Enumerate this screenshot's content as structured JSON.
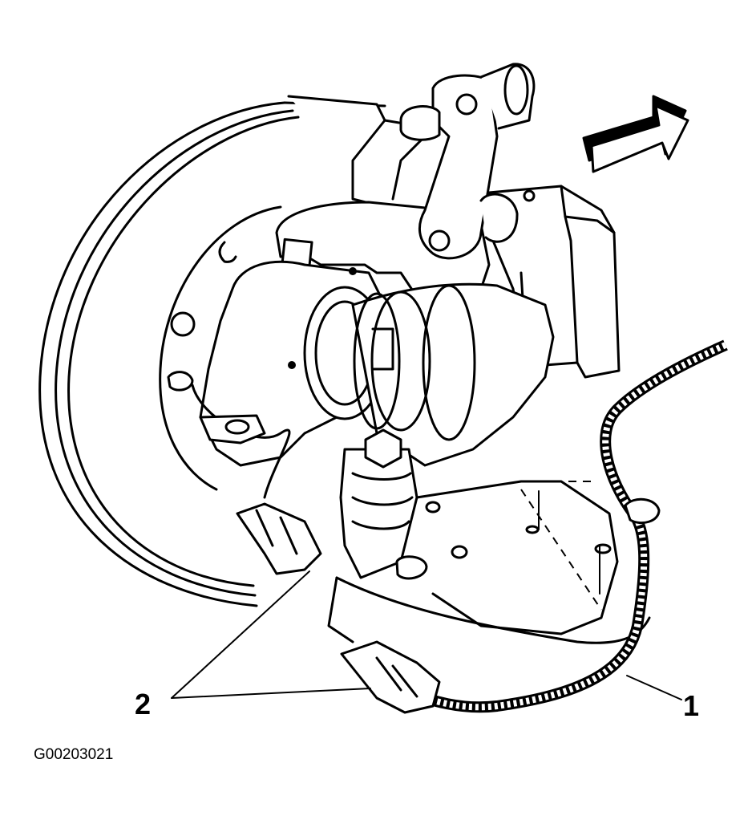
{
  "figure": {
    "figure_id": "G00203021",
    "callouts": [
      {
        "label": "1",
        "target": "wheel-speed-sensor-harness"
      },
      {
        "label": "2",
        "target": "harness-clips-and-connector"
      }
    ]
  },
  "icons": {
    "direction_arrow": "front-direction-arrow-icon"
  },
  "colors": {
    "ink": "#000000",
    "paper": "#ffffff"
  }
}
